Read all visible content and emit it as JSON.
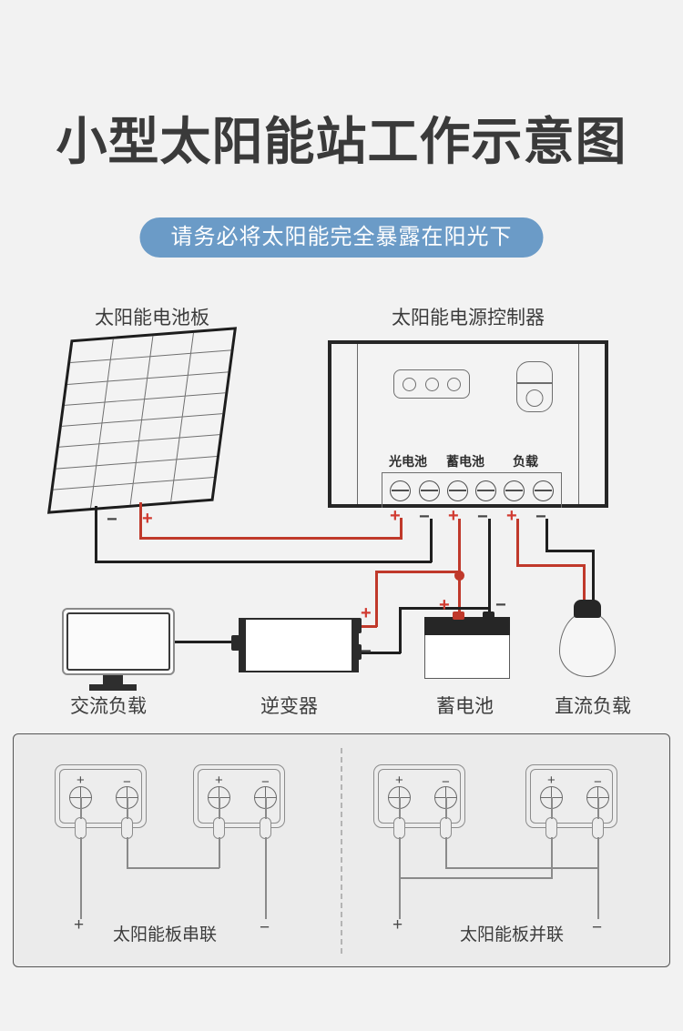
{
  "header": {
    "title": "小型太阳能站工作示意图",
    "subtitle": "请务必将太阳能完全暴露在阳光下",
    "subtitle_bg": "#6b9bc7",
    "title_color": "#3a3a3a"
  },
  "diagram": {
    "labels": {
      "solar_panel": "太阳能电池板",
      "controller": "太阳能电源控制器",
      "ac_load": "交流负载",
      "inverter": "逆变器",
      "battery": "蓄电池",
      "dc_load": "直流负载"
    },
    "controller": {
      "terminal_groups": [
        "光电池",
        "蓄电池",
        "负载"
      ],
      "terminal_signs": [
        "+",
        "−",
        "+",
        "−",
        "+",
        "−"
      ],
      "led_count": 3
    },
    "panel_signs": {
      "minus": "−",
      "plus": "+"
    },
    "inverter_signs": {
      "plus": "+",
      "minus": "−"
    },
    "battery_signs": {
      "plus": "+",
      "minus": "−"
    },
    "colors": {
      "positive_wire": "#c0392b",
      "negative_wire": "#1f1f1f",
      "background": "#f2f2f2"
    }
  },
  "bottom": {
    "series": {
      "caption": "太阳能板串联",
      "box1_signs": [
        "+",
        "−"
      ],
      "box2_signs": [
        "+",
        "−"
      ],
      "lead_plus": "+",
      "lead_minus": "−"
    },
    "parallel": {
      "caption": "太阳能板并联",
      "box1_signs": [
        "+",
        "−"
      ],
      "box2_signs": [
        "+",
        "−"
      ],
      "lead_plus": "+",
      "lead_minus": "−"
    }
  }
}
